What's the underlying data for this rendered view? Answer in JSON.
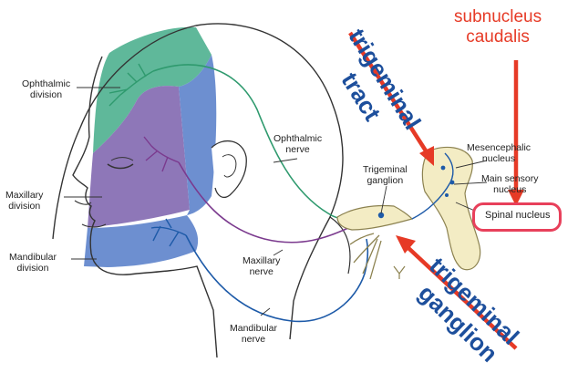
{
  "labels": {
    "ophthalmic_division": [
      "Ophthalmic",
      "division"
    ],
    "maxillary_division": [
      "Maxillary",
      "division"
    ],
    "mandibular_division": [
      "Mandibular",
      "division"
    ],
    "ophthalmic_nerve": [
      "Ophthalmic",
      "nerve"
    ],
    "maxillary_nerve": [
      "Maxillary",
      "nerve"
    ],
    "mandibular_nerve": [
      "Mandibular",
      "nerve"
    ],
    "trigeminal_ganglion": [
      "Trigeminal",
      "ganglion"
    ],
    "mesencephalic_nucleus": [
      "Mesencephalic",
      "nucleus"
    ],
    "main_sensory_nucleus": [
      "Main sensory",
      "nucleus"
    ],
    "spinal_nucleus": "Spinal nucleus"
  },
  "annotations": {
    "subnucleus_caudalis": [
      "subnucleus",
      "caudalis"
    ],
    "trigeminal_tract": [
      "trigeminal",
      "tract"
    ],
    "trigeminal_ganglion": [
      "trigeminal",
      "ganglion"
    ]
  },
  "colors": {
    "ophthalmic": "#5fb89a",
    "maxillary": "#8e77b8",
    "mandibular": "#6d8fd0",
    "annotation_red": "#e63a26",
    "annotation_blue": "#1d4f9c",
    "highlight_box": "#e8405b"
  }
}
